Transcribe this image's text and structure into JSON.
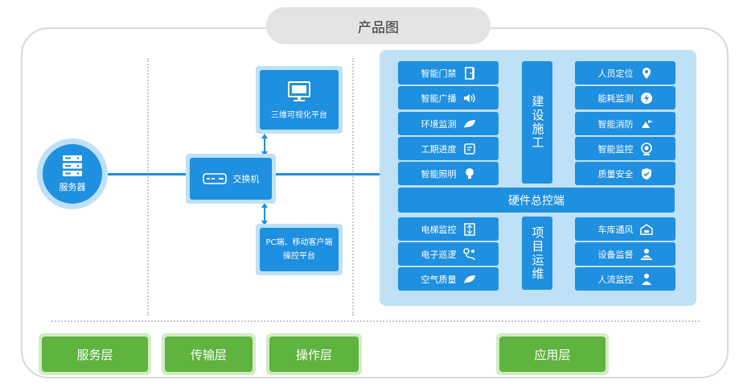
{
  "title": "产品图",
  "server": {
    "label": "服务器",
    "icon": "server-icon"
  },
  "switch": {
    "label": "交换机",
    "icon": "switch-icon"
  },
  "platform_3d": {
    "label": "三维可视化平台",
    "icon": "monitor-icon"
  },
  "platform_client": {
    "line1": "PC端、移动客户端",
    "line2": "操控平台"
  },
  "construction": {
    "label": "建设施工",
    "left": [
      {
        "label": "智能门禁",
        "icon": "door-icon"
      },
      {
        "label": "智能广播",
        "icon": "speaker-icon"
      },
      {
        "label": "环境监测",
        "icon": "leaf-icon"
      },
      {
        "label": "工期进度",
        "icon": "schedule-icon"
      },
      {
        "label": "智能照明",
        "icon": "bulb-icon"
      }
    ],
    "right": [
      {
        "label": "人员定位",
        "icon": "location-pin-icon"
      },
      {
        "label": "能耗监测",
        "icon": "energy-icon"
      },
      {
        "label": "智能消防",
        "icon": "fire-extinguisher-icon"
      },
      {
        "label": "智能监控",
        "icon": "camera-icon"
      },
      {
        "label": "质量安全",
        "icon": "shield-icon"
      }
    ]
  },
  "hub": {
    "label": "硬件总控端"
  },
  "operation": {
    "label": "项目运维",
    "left": [
      {
        "label": "电梯监控",
        "icon": "elevator-icon"
      },
      {
        "label": "电子巡逻",
        "icon": "patrol-route-icon"
      },
      {
        "label": "空气质量",
        "icon": "leaf-icon"
      }
    ],
    "right": [
      {
        "label": "车库通风",
        "icon": "garage-icon"
      },
      {
        "label": "设备监督",
        "icon": "person-device-icon"
      },
      {
        "label": "人流监控",
        "icon": "people-icon"
      }
    ]
  },
  "layers": [
    "服务层",
    "传输层",
    "操作层",
    "应用层"
  ],
  "colors": {
    "blue": "#1f8fdf",
    "light_blue": "#bfe1f7",
    "green": "#5fb33f",
    "light_green": "#d2ecc4"
  }
}
